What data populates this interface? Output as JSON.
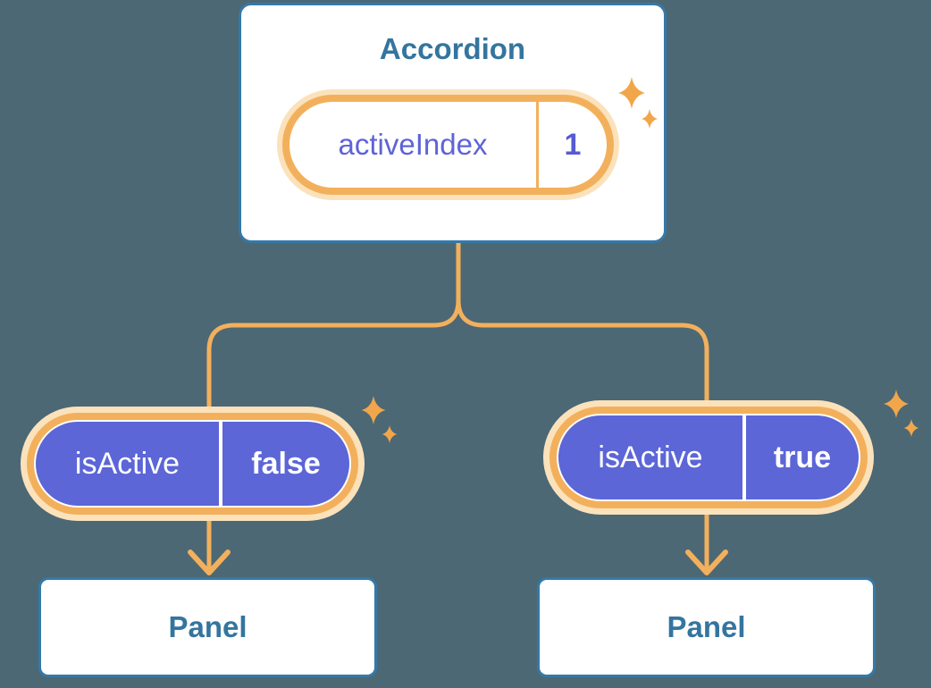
{
  "diagram": {
    "description": "Component tree showing lifted state: Accordion holds activeIndex and passes isActive props to two Panels",
    "accordion": {
      "title": "Accordion",
      "state_pill": {
        "name": "activeIndex",
        "value": "1"
      }
    },
    "branches": [
      {
        "prop": {
          "name": "isActive",
          "value": "false"
        },
        "panel": {
          "title": "Panel"
        }
      },
      {
        "prop": {
          "name": "isActive",
          "value": "true"
        },
        "panel": {
          "title": "Panel"
        }
      }
    ],
    "icons": {
      "sparkle": "four-point-star",
      "arrow": "down-arrow"
    },
    "colors": {
      "background": "#4C6874",
      "box_border_blue": "#3579A8",
      "title_text_blue": "#34759F",
      "connector_orange": "#F3B05C",
      "pill_halo_peach": "#FBE2BB",
      "sparkle_orange": "#F2A64B",
      "prop_pill_purple": "#5C66D7",
      "state_text_indigo": "#5F63D8",
      "prop_text_white": "#FFFFFF"
    }
  }
}
